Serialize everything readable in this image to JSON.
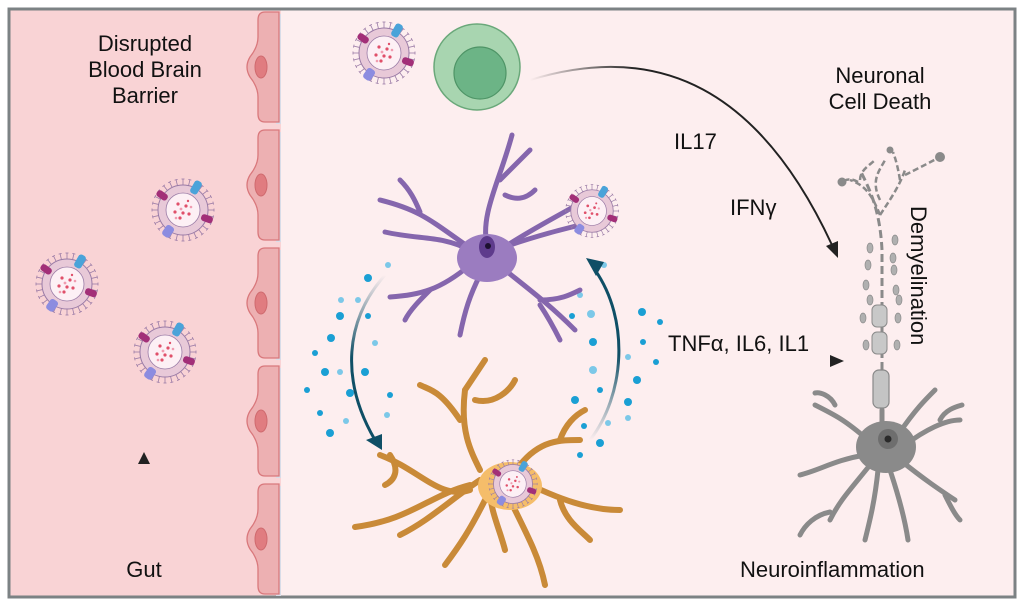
{
  "figure": {
    "type": "biological-pathway-diagram",
    "panels": {
      "blood_side": {
        "label_lines": [
          "Disrupted",
          "Blood Brain",
          "Barrier"
        ],
        "color": "#f9d3d5"
      },
      "brain_side": {
        "color": "#fdeeef"
      }
    },
    "labels": {
      "gut": "Gut",
      "neuronal_death_lines": [
        "Neuronal",
        "Cell Death"
      ],
      "il17": "IL17",
      "ifng": "IFNγ",
      "cytokines": "TNFα, IL6, IL1",
      "demyelination": "Demyelination",
      "neuroinflammation": "Neuroinflammation"
    },
    "elements": {
      "endothelial_cells": 5,
      "vesicles_blood_side": 3,
      "vesicles_brain_side": 3,
      "t_cell": "green lymphocyte",
      "microglia": "purple glial cell",
      "astrocyte": "orange glial cell",
      "neuron": "grey degenerating neuron"
    },
    "arrows": [
      {
        "from": "gut",
        "to": "blood-brain-barrier",
        "direction": "up"
      },
      {
        "from": "t-cell",
        "to": "neuron",
        "via": [
          "IL17",
          "IFNγ"
        ]
      },
      {
        "from": "microglia",
        "to": "astrocyte",
        "direction": "curved-down"
      },
      {
        "from": "astrocyte",
        "to": "microglia",
        "direction": "curved-up"
      },
      {
        "from": "glia",
        "to": "neuron",
        "via": [
          "TNFα",
          "IL6",
          "IL1"
        ]
      }
    ],
    "colors": {
      "border": "#7c8284",
      "endothelium": "#edb0b2",
      "endothelium_nucleus": "#e07c80",
      "t_cell_outer": "#a8d5b0",
      "t_cell_inner": "#6cb486",
      "microglia": "#9b7cc0",
      "astrocyte": "#f5bd6a",
      "neuron": "#8a8a8a",
      "cytokine_dot": "#1a9fd4",
      "feedback_arrow": "#0f4f66"
    }
  }
}
